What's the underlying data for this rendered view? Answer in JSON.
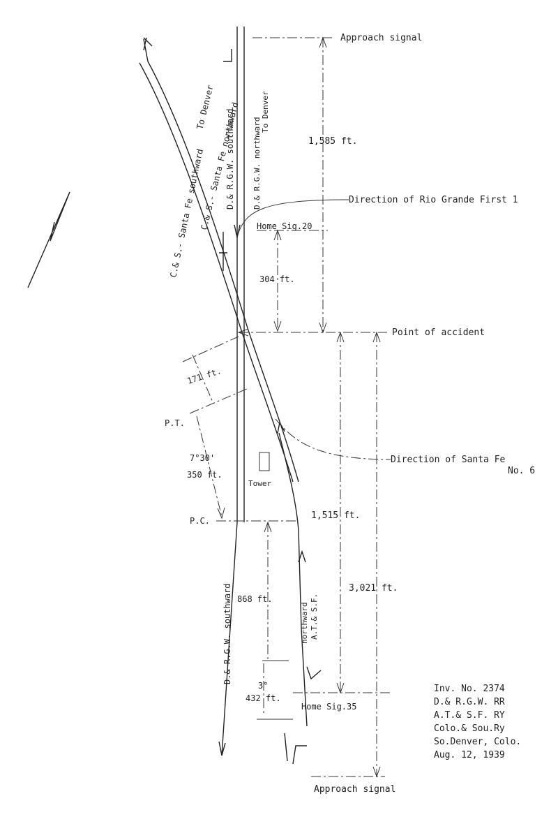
{
  "labels": {
    "approach_signal_top": "Approach signal",
    "approach_signal_bottom": "Approach signal",
    "home_sig_20": "Home Sig.20",
    "home_sig_35": "Home Sig.35",
    "point_of_accident": "Point of accident",
    "direction_rio_grande": "Direction of Rio Grande First 1",
    "direction_santa_fe": "Direction of Santa Fe",
    "direction_santa_fe_no": "No. 6",
    "tower": "Tower",
    "pt": "P.T.",
    "pc": "P.C.",
    "curve_7_30": "7°30'",
    "curve_3": "3°",
    "track_drgw_south_top": "D.& R.G.W. southward",
    "track_drgw_north_top": "D.& R.G.W. northward",
    "to_denver_right": "To Denver",
    "track_cs_santa_fe_south": "C.& S.- Santa Fe southward",
    "track_cs_santa_fe_north": "C.& S.- Santa Fe northward",
    "to_denver_left": "To Denver",
    "track_drgw_south_bottom": "D.& R.G.W. southward",
    "track_atsf_north_1": "northward",
    "track_atsf_north_2": "A.T.& S.F."
  },
  "distances": {
    "d1585": "1,585 ft.",
    "d304": "304 ft.",
    "d171": "171 ft.",
    "d350": "350 ft.",
    "d1515": "1,515 ft.",
    "d3021": "3,021 ft.",
    "d868": "868 ft.",
    "d432": "432 ft."
  },
  "caption": {
    "line1": "Inv. No. 2374",
    "line2": "D.& R.G.W. RR",
    "line3": "A.T.& S.F. RY",
    "line4": "Colo.& Sou.Ry",
    "line5": "So.Denver, Colo.",
    "line6": "Aug. 12, 1939"
  }
}
